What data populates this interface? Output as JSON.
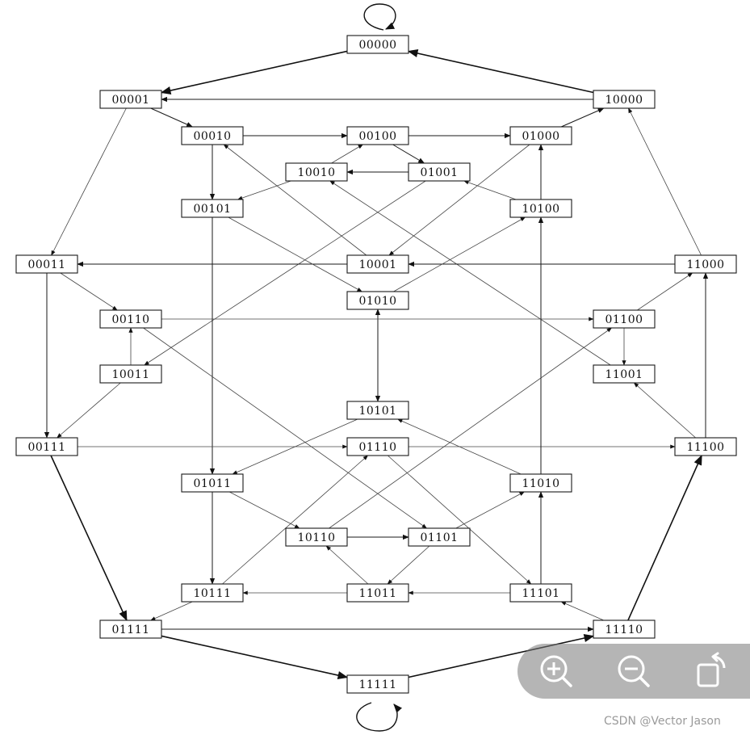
{
  "diagram": {
    "nodes": [
      "00000",
      "00001",
      "10000",
      "00010",
      "00100",
      "01000",
      "10010",
      "01001",
      "00101",
      "10100",
      "00011",
      "10001",
      "11000",
      "01010",
      "00110",
      "01100",
      "10011",
      "11001",
      "10101",
      "00111",
      "01110",
      "11100",
      "01011",
      "11010",
      "10110",
      "01101",
      "10111",
      "11011",
      "11101",
      "01111",
      "11110",
      "11111"
    ],
    "self_loops": [
      "00000",
      "11111"
    ]
  },
  "toolbar": {
    "zoom_in": "zoom-in-icon",
    "zoom_out": "zoom-out-icon",
    "rotate": "rotate-icon"
  },
  "watermark": "CSDN @Vector Jason"
}
